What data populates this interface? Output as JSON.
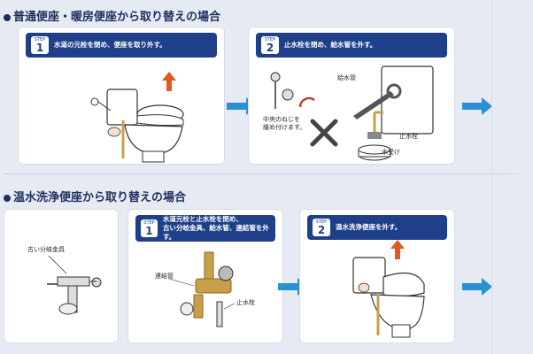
{
  "section1": {
    "title": "普通便座・暖房便座から取り替えの場合",
    "step1": {
      "step_label": "STEP",
      "number": "1",
      "text": "水道の元栓を閉め、便座を取り外す。"
    },
    "step2": {
      "step_label": "STEP",
      "number": "2",
      "text": "止水栓を閉め、給水管を外す。",
      "annotations": {
        "water_pipe": "給水管",
        "center_screw": "中央のねじを\n緩め付けます。",
        "shutoff_valve": "止水栓",
        "water_receiver": "水受け"
      }
    }
  },
  "section2": {
    "title": "温水洗浄便座から取り替えの場合",
    "panel0": {
      "annotations": {
        "old_splitter": "古い分岐金具"
      }
    },
    "step1": {
      "step_label": "STEP",
      "number": "1",
      "text_line1": "水道元栓と止水栓を閉め、",
      "text_line2": "古い分岐金具、給水管、連結管を外す。",
      "annotations": {
        "connector_pipe": "連結管",
        "shutoff_valve": "止水栓"
      }
    },
    "step2": {
      "step_label": "STEP",
      "number": "2",
      "text": "温水洗浄便座を外す。"
    }
  },
  "colors": {
    "header_blue": "#1f3f8b",
    "arrow_blue": "#2b8fd3",
    "lift_arrow": "#e0591f",
    "brass": "#c8a04a"
  }
}
